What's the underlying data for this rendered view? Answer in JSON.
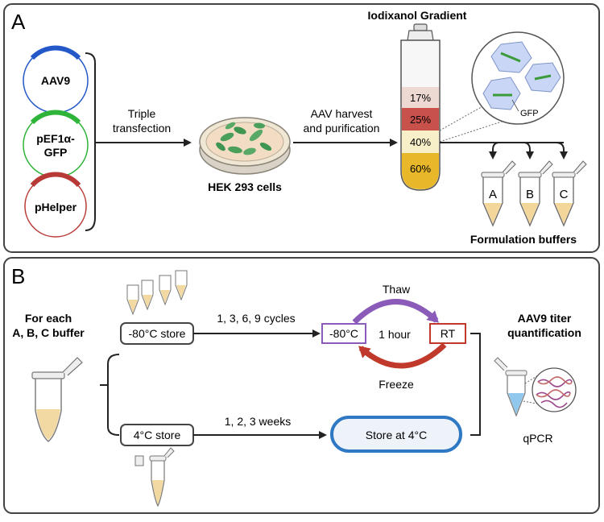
{
  "panelA": {
    "letter": "A",
    "plasmids": [
      "AAV9",
      "pEF1α-\nGFP",
      "pHelper"
    ],
    "step1": [
      "Triple",
      "transfection"
    ],
    "cells_label": "HEK 293 cells",
    "step2": [
      "AAV harvest",
      "and purification"
    ],
    "gradient_title": "Iodixanol Gradient",
    "layers": [
      "17%",
      "25%",
      "40%",
      "60%"
    ],
    "gfp_label": "GFP",
    "tubes": [
      "A",
      "B",
      "C"
    ],
    "buffers_label": "Formulation buffers"
  },
  "panelB": {
    "letter": "B",
    "for_each": [
      "For each",
      "A, B, C buffer"
    ],
    "store_minus80": "-80°C store",
    "cycles": "1, 3, 6, 9 cycles",
    "thaw": "Thaw",
    "freeze": "Freeze",
    "box_minus80": "-80°C",
    "hour": "1 hour",
    "rt": "RT",
    "store_4c": "4°C store",
    "weeks": "1, 2, 3 weeks",
    "store_at_4c": "Store at 4°C",
    "quant": [
      "AAV9 titer",
      "quantification"
    ],
    "qpcr": "qPCR"
  },
  "colors": {
    "aav9": "#2458c9",
    "gfp": "#2fb43a",
    "helper": "#b83a36",
    "thaw": "#8a5bb8",
    "freeze": "#c0392b",
    "store4c": "#2f78c4"
  }
}
